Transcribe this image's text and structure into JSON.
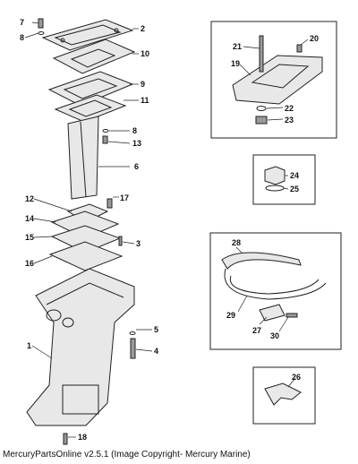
{
  "footer": "MercuryPartsOnline v2.5.1 (Image Copyright- Mercury Marine)",
  "callouts": {
    "p1": "1",
    "p2": "2",
    "p3": "3",
    "p4": "4",
    "p5": "5",
    "p6": "6",
    "p7": "7",
    "p8a": "8",
    "p8b": "8",
    "p9": "9",
    "p10": "10",
    "p11": "11",
    "p12": "12",
    "p13": "13",
    "p14": "14",
    "p15": "15",
    "p16": "16",
    "p17": "17",
    "p18": "18",
    "p19": "19",
    "p20": "20",
    "p21": "21",
    "p22": "22",
    "p23": "23",
    "p24": "24",
    "p25": "25",
    "p26": "26",
    "p27": "27",
    "p28": "28",
    "p29": "29",
    "p30": "30"
  }
}
